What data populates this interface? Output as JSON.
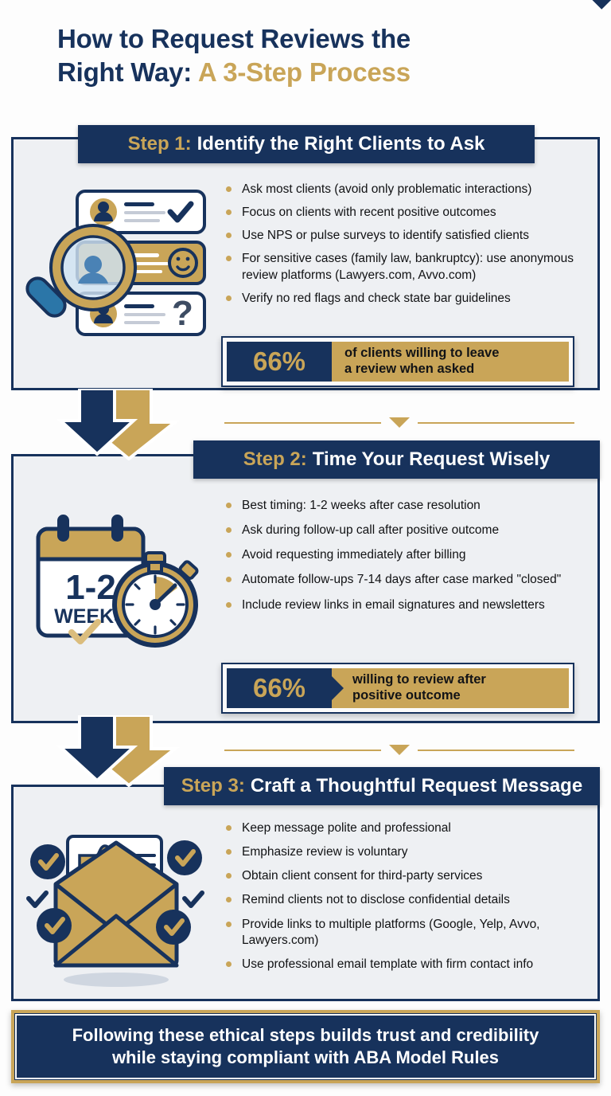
{
  "colors": {
    "navy": "#17325c",
    "gold": "#c9a558",
    "panel_bg": "#eef0f3",
    "page_bg": "#fdfdfd",
    "text": "#111214"
  },
  "title": {
    "line1": "How to Request Reviews the",
    "line2_plain": "Right Way:",
    "line2_accent": "A 3-Step Process"
  },
  "steps": [
    {
      "label": "Step 1:",
      "heading": "Identify the Right Clients to Ask",
      "illustration": "magnifying-glass-client-cards",
      "bullets": [
        "Ask most clients (avoid only problematic interactions)",
        "Focus on clients with recent positive outcomes",
        "Use NPS or pulse surveys to identify satisfied clients",
        "For sensitive cases (family law, bankruptcy): use anonymous review platforms (Lawyers.com, Avvo.com)",
        "Verify no red flags and check state bar guidelines"
      ],
      "stat": {
        "number": "66%",
        "text_line1": "of clients willing to leave",
        "text_line2": "a review when asked",
        "arrow": false
      }
    },
    {
      "label": "Step 2:",
      "heading": "Time Your Request Wisely",
      "illustration": "calendar-stopwatch",
      "illustration_text": {
        "big": "1-2",
        "small": "WEEKS"
      },
      "bullets": [
        "Best timing: 1-2 weeks after case resolution",
        "Ask during follow-up call after positive outcome",
        "Avoid requesting immediately after billing",
        "Automate follow-ups 7-14 days after case marked \"closed\"",
        "Include review links in email signatures and newsletters"
      ],
      "stat": {
        "number": "66%",
        "text_line1": "willing to review after",
        "text_line2": "positive outcome",
        "arrow": true
      }
    },
    {
      "label": "Step 3:",
      "heading": "Craft a Thoughtful Request Message",
      "illustration": "open-envelope-thumbs-up",
      "bullets": [
        "Keep message polite and professional",
        "Emphasize review is voluntary",
        "Obtain client consent for third-party services",
        "Remind clients not to disclose confidential details",
        "Provide links to multiple platforms (Google, Yelp, Avvo, Lawyers.com)",
        "Use professional email template with firm contact info"
      ],
      "stat": null
    }
  ],
  "banner": {
    "line1": "Following these ethical steps builds trust and credibility",
    "line2": "while staying compliant with ABA Model Rules"
  }
}
